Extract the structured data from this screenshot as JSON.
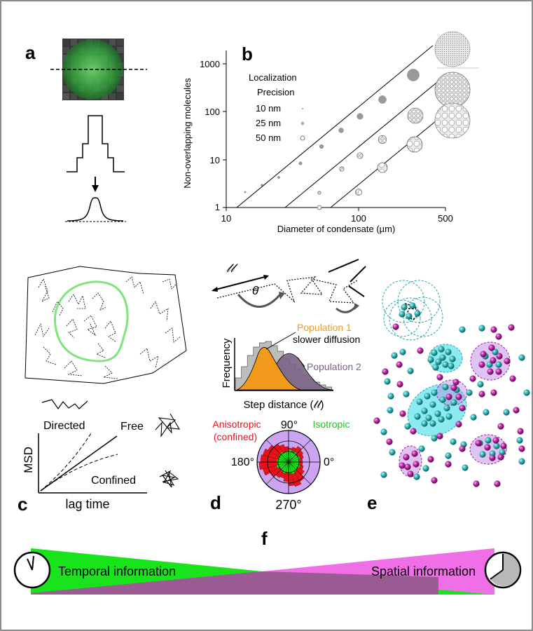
{
  "panel_labels": {
    "a": "a",
    "b": "b",
    "c": "c",
    "d": "d",
    "e": "e",
    "f": "f"
  },
  "panel_b": {
    "ylabel": "Non-overlapping molecules",
    "xlabel": "Diameter of condensate (µm)",
    "x_ticks": [
      "10",
      "100",
      "500"
    ],
    "y_ticks": [
      "1",
      "10",
      "100",
      "1000"
    ],
    "legend_title_1": "Localization",
    "legend_title_2": "Precision",
    "legend": [
      "10 nm",
      "25 nm",
      "50 nm"
    ]
  },
  "panel_c": {
    "ylabel": "MSD",
    "xlabel": "lag time",
    "labels": {
      "directed": "Directed",
      "free": "Free",
      "confined": "Confined"
    }
  },
  "panel_d": {
    "theta": "θ",
    "step_symbol": "𝓁𝓁",
    "hist_ylabel": "Frequency",
    "hist_xlabel": "Step distance (𝓁𝓁)",
    "population1": "Population 1",
    "population1_desc": "slower diffusion",
    "population2": "Population 2",
    "polar_left": "Anisotropic",
    "polar_left_sub": "(confined)",
    "polar_right": "Isotropic",
    "angles": {
      "top": "90°",
      "left": "180°",
      "right": "0°",
      "bottom": "270°"
    }
  },
  "panel_f": {
    "temporal": "Temporal information",
    "spatial": "Spatial information"
  },
  "colors": {
    "green": "#19e31b",
    "magenta": "#f06ee6",
    "purple_mid": "#9a5b95",
    "orange": "#f29a1c",
    "purple_pop": "#7a6485",
    "red": "#e8121b",
    "lavender": "#cba5f2",
    "cyan": "#23a7a8",
    "violet": "#a01c9c"
  }
}
